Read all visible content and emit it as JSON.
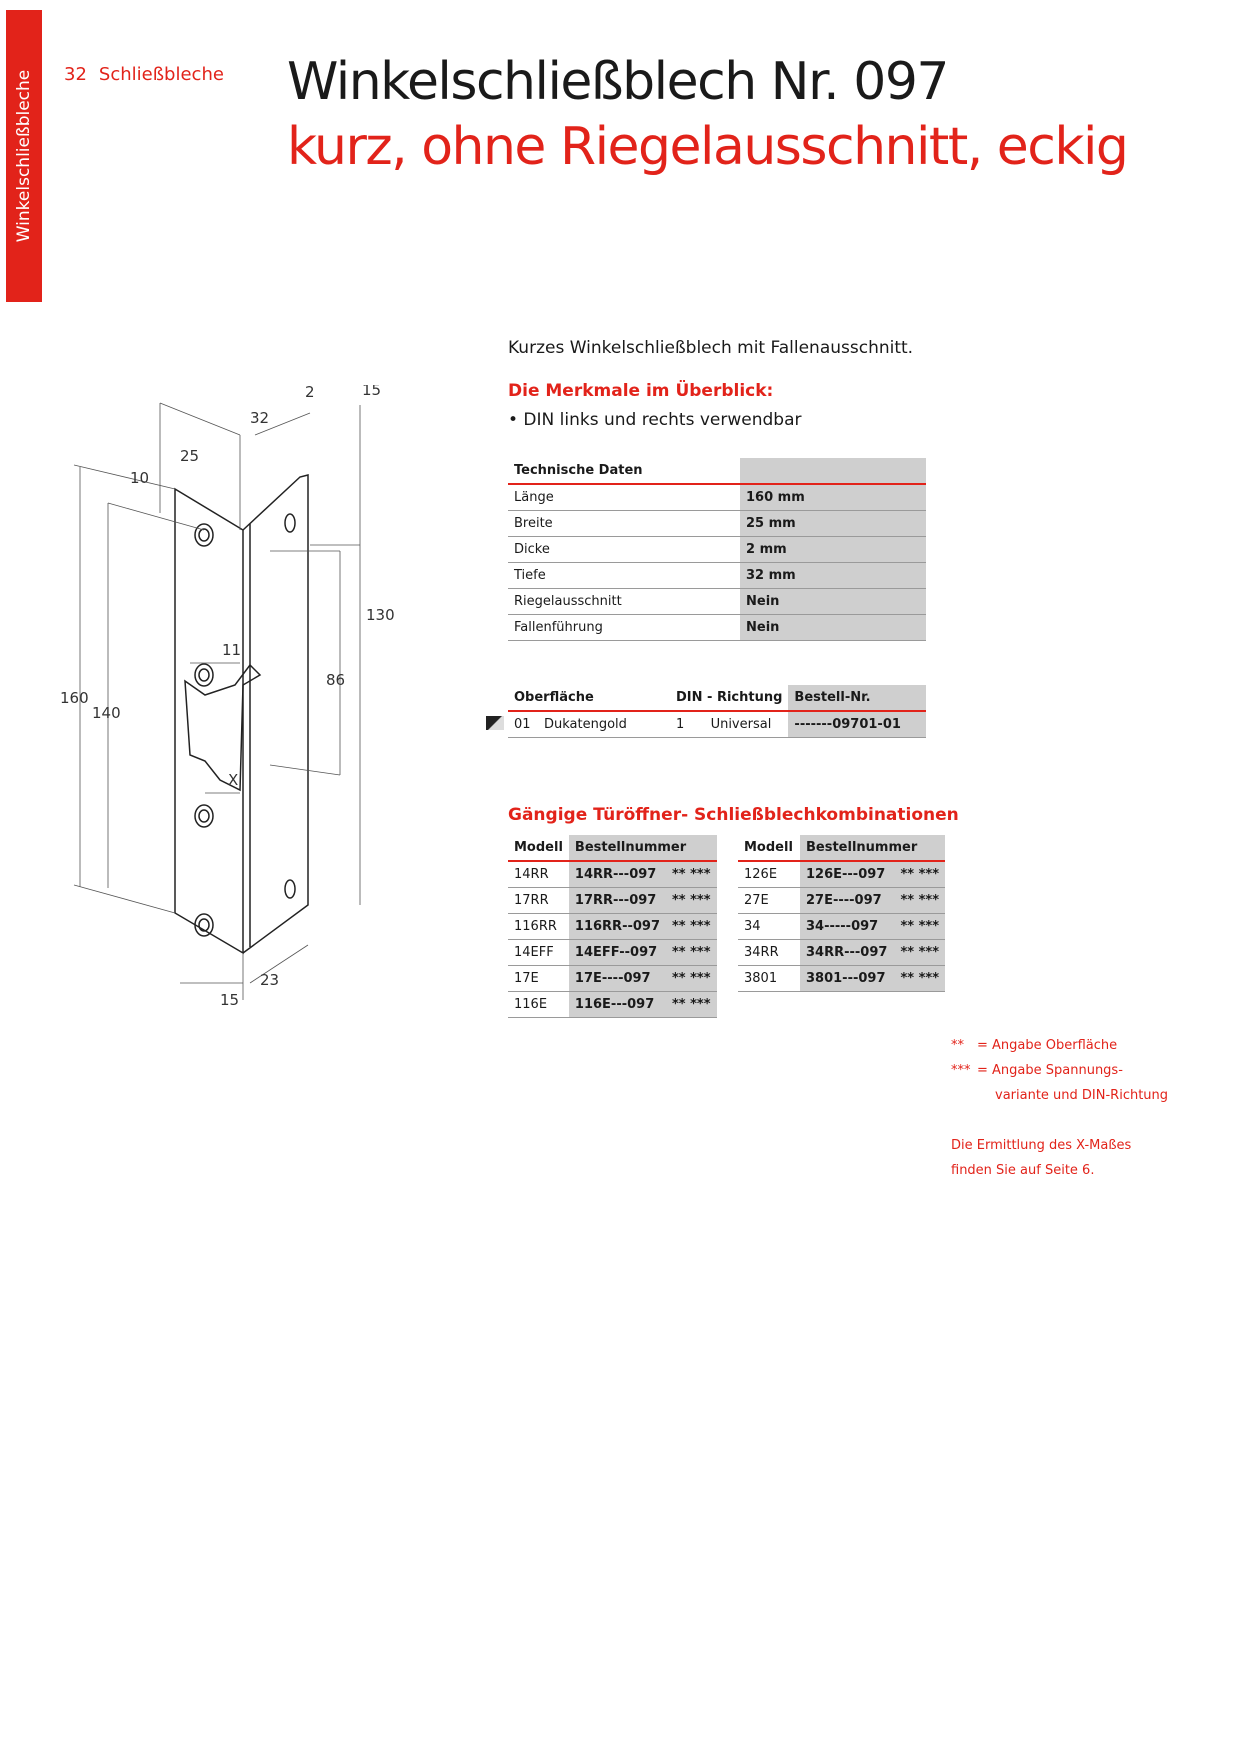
{
  "side_tab": "Winkelschließbleche",
  "header": {
    "page_number": "32",
    "section": "Schließbleche"
  },
  "title": {
    "line1": "Winkelschließblech Nr. 097",
    "line2": "kurz, ohne Riegelausschnitt, eckig"
  },
  "intro": "Kurzes Winkelschließblech mit Fallenausschnitt.",
  "features": {
    "heading": "Die Merkmale im Überblick:",
    "items": [
      "• DIN links und rechts verwendbar"
    ]
  },
  "tech": {
    "heading": "Technische Daten",
    "rows": [
      {
        "label": "Länge",
        "value": "160 mm"
      },
      {
        "label": "Breite",
        "value": "25 mm"
      },
      {
        "label": "Dicke",
        "value": "2 mm"
      },
      {
        "label": "Tiefe",
        "value": "32 mm"
      },
      {
        "label": "Riegelausschnitt",
        "value": "Nein"
      },
      {
        "label": "Fallenführung",
        "value": "Nein"
      }
    ]
  },
  "surface": {
    "headers": [
      "Oberfläche",
      "DIN - Richtung",
      "Bestell-Nr."
    ],
    "row": {
      "code": "01",
      "name": "Dukatengold",
      "din_code": "1",
      "din": "Universal",
      "order": "-------09701-01"
    }
  },
  "combos": {
    "heading": "Gängige Türöffner- Schließblechkombinationen",
    "headers": [
      "Modell",
      "Bestellnummer"
    ],
    "stars": "** ***",
    "left": [
      {
        "model": "14RR",
        "order": "14RR---097"
      },
      {
        "model": "17RR",
        "order": "17RR---097"
      },
      {
        "model": "116RR",
        "order": "116RR--097"
      },
      {
        "model": "14EFF",
        "order": "14EFF--097"
      },
      {
        "model": "17E",
        "order": "17E----097"
      },
      {
        "model": "116E",
        "order": "116E---097"
      }
    ],
    "right": [
      {
        "model": "126E",
        "order": "126E---097"
      },
      {
        "model": "27E",
        "order": "27E----097"
      },
      {
        "model": "34",
        "order": "34-----097"
      },
      {
        "model": "34RR",
        "order": "34RR---097"
      },
      {
        "model": "3801",
        "order": "3801---097"
      }
    ]
  },
  "legend": [
    {
      "symbol": "**",
      "text": "=  Angabe Oberfläche"
    },
    {
      "symbol": "***",
      "text": "=  Angabe Spannungs-"
    },
    {
      "symbol": "",
      "text": "variante und DIN-Richtung"
    }
  ],
  "note": [
    "Die Ermittlung des X-Maßes",
    "finden Sie auf Seite 6."
  ],
  "drawing": {
    "dims": {
      "d25": "25",
      "d32": "32",
      "d2": "2",
      "d15top": "15",
      "d10": "10",
      "d160": "160",
      "d140": "140",
      "d130": "130",
      "d86": "86",
      "d11": "11",
      "dx": "X",
      "d15bot": "15",
      "d23": "23"
    }
  },
  "colors": {
    "accent": "#e2231a",
    "table_grey": "#cfcfcf"
  }
}
